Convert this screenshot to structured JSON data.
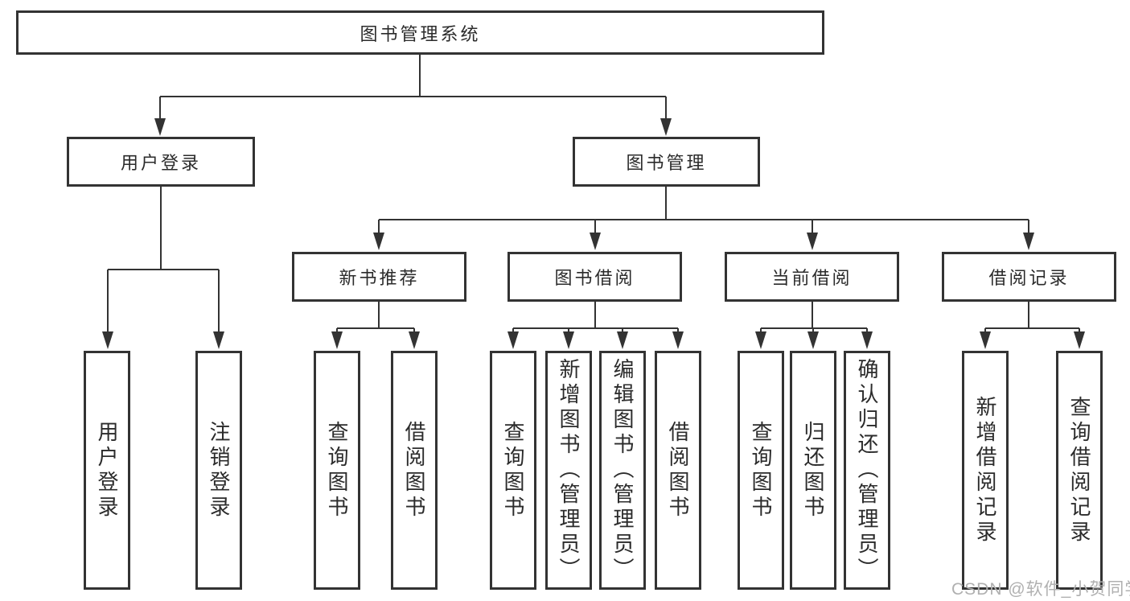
{
  "colors": {
    "line": "#333333",
    "text": "#2b2b2b",
    "background": "#ffffff",
    "watermark": "#b0b0b0"
  },
  "nodes": {
    "root": {
      "label": "图书管理系统"
    },
    "login": {
      "label": "用户登录",
      "children": [
        {
          "label": "用户登录"
        },
        {
          "label": "注销登录"
        }
      ]
    },
    "mgmt": {
      "label": "图书管理"
    },
    "rec": {
      "label": "新书推荐",
      "children": [
        {
          "label": "查询图书"
        },
        {
          "label": "借阅图书"
        }
      ]
    },
    "borrow": {
      "label": "图书借阅",
      "children": [
        {
          "label": "查询图书"
        },
        {
          "label": "新增图书（管理员）"
        },
        {
          "label": "编辑图书（管理员）"
        },
        {
          "label": "借阅图书"
        }
      ]
    },
    "current": {
      "label": "当前借阅",
      "children": [
        {
          "label": "查询图书"
        },
        {
          "label": "归还图书"
        },
        {
          "label": "确认归还（管理员）"
        }
      ]
    },
    "records": {
      "label": "借阅记录",
      "children": [
        {
          "label": "新增借阅记录"
        },
        {
          "label": "查询借阅记录"
        }
      ]
    }
  },
  "watermark": {
    "text": "CSDN @软件_小贺同学"
  }
}
